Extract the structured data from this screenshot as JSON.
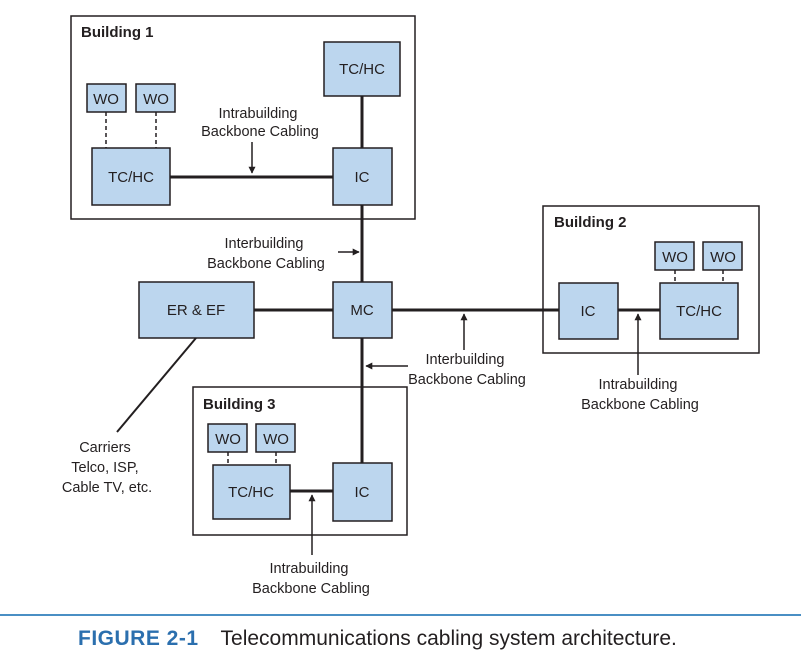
{
  "buildings": {
    "b1": {
      "title": "Building 1"
    },
    "b2": {
      "title": "Building 2"
    },
    "b3": {
      "title": "Building 3"
    }
  },
  "nodes": {
    "tchc_top": "TC/HC",
    "tchc_b1": "TC/HC",
    "ic_b1": "IC",
    "mc": "MC",
    "er_ef": "ER & EF",
    "ic_b2": "IC",
    "tchc_b2": "TC/HC",
    "tchc_b3": "TC/HC",
    "ic_b3": "IC",
    "wo": "WO"
  },
  "annotations": {
    "intra_b1": [
      "Intrabuilding",
      "Backbone Cabling"
    ],
    "inter_top": [
      "Interbuilding",
      "Backbone Cabling"
    ],
    "inter_right": [
      "Interbuilding",
      "Backbone Cabling"
    ],
    "intra_b2": [
      "Intrabuilding",
      "Backbone Cabling"
    ],
    "intra_b3": [
      "Intrabuilding",
      "Backbone Cabling"
    ],
    "carriers": [
      "Carriers",
      "Telco, ISP,",
      "Cable TV, etc."
    ]
  },
  "caption": {
    "figure_number": "FIGURE 2-1",
    "text": "Telecommunications cabling system architecture."
  },
  "colors": {
    "node_fill": "#bcd6ee",
    "stroke": "#231f20",
    "caption_rule": "#4a8fc4",
    "figure_number": "#2b6fae"
  }
}
